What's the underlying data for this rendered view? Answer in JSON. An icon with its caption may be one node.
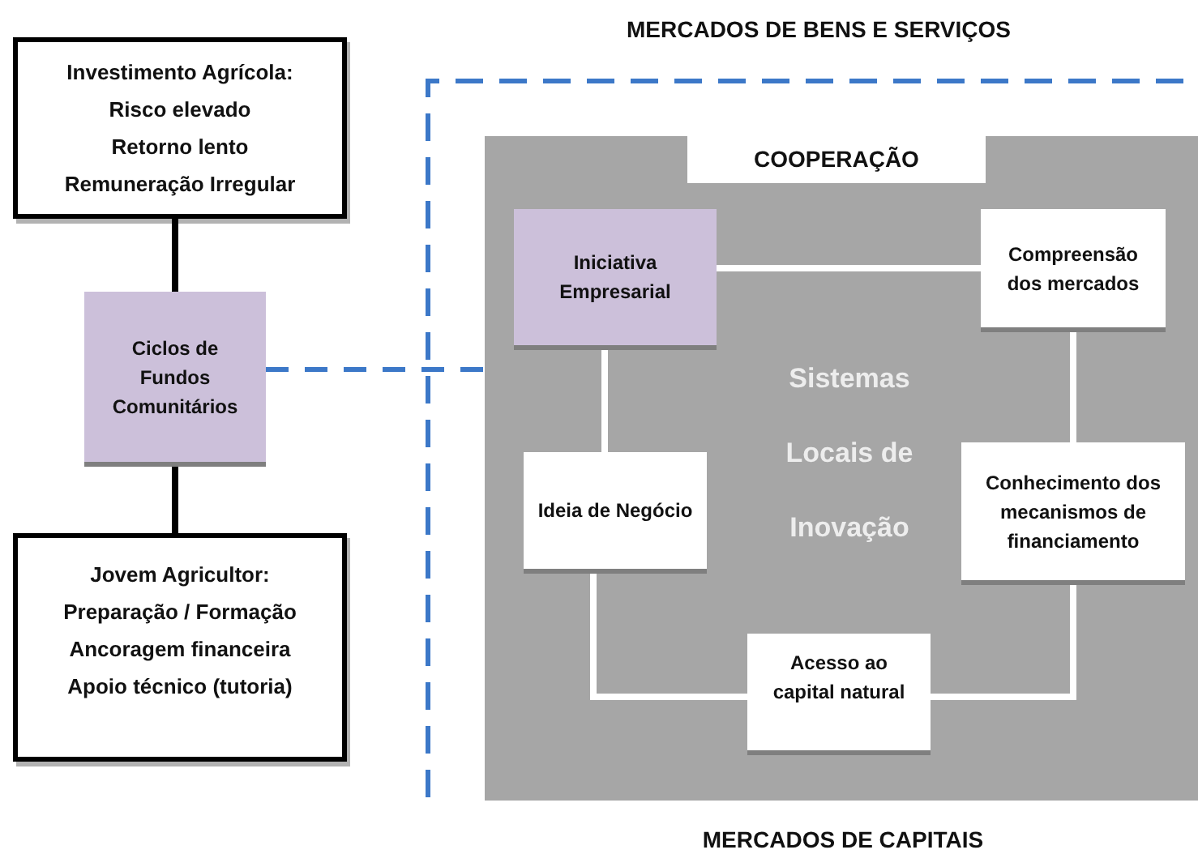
{
  "diagram": {
    "nodes": [
      {
        "text": [
          "Investimento Agrícola:",
          "Risco elevado",
          "Retorno lento",
          "Remuneração Irregular"
        ]
      },
      {
        "text": [
          "Ciclos de Fundos Comunitários"
        ]
      },
      {
        "text": [
          "Jovem Agricultor:",
          "Preparação / Formação",
          "Ancoragem financeira",
          "Apoio técnico (tutoria)"
        ]
      },
      {
        "text": [
          "Sistemas Locais de Inovação"
        ]
      },
      {
        "text": [
          "COOPERAÇÃO"
        ],
        "in": 3
      },
      {
        "text": [
          "Iniciativa Empresarial"
        ],
        "in": 3
      },
      {
        "text": [
          "Compreensão dos mercados"
        ],
        "in": 3
      },
      {
        "text": [
          "Ideia de Negócio"
        ],
        "in": 3
      },
      {
        "text": [
          "Conhecimento dos mecanismos de financiamento"
        ],
        "in": 3
      },
      {
        "text": [
          "Acesso ao capital natural"
        ],
        "in": 3
      }
    ],
    "edges": [
      {
        "from": 0,
        "to": 1,
        "arrow": "none",
        "color": "#000000"
      },
      {
        "from": 1,
        "to": 2,
        "arrow": "none",
        "color": "#000000"
      },
      {
        "from": 1,
        "to": 3,
        "arrow": "none",
        "style": "dashed",
        "color": "#3c78c8"
      },
      {
        "from": 5,
        "to": 6,
        "arrow": "none"
      },
      {
        "from": 5,
        "to": 7,
        "arrow": "none"
      },
      {
        "from": 6,
        "to": 8,
        "arrow": "none"
      },
      {
        "from": 7,
        "to": 9,
        "arrow": "none"
      },
      {
        "from": 8,
        "to": 9,
        "arrow": "none"
      }
    ],
    "labels": [
      "MERCADOS DE BENS E SERVIÇOS",
      "MERCADOS DE CAPITAIS"
    ]
  }
}
